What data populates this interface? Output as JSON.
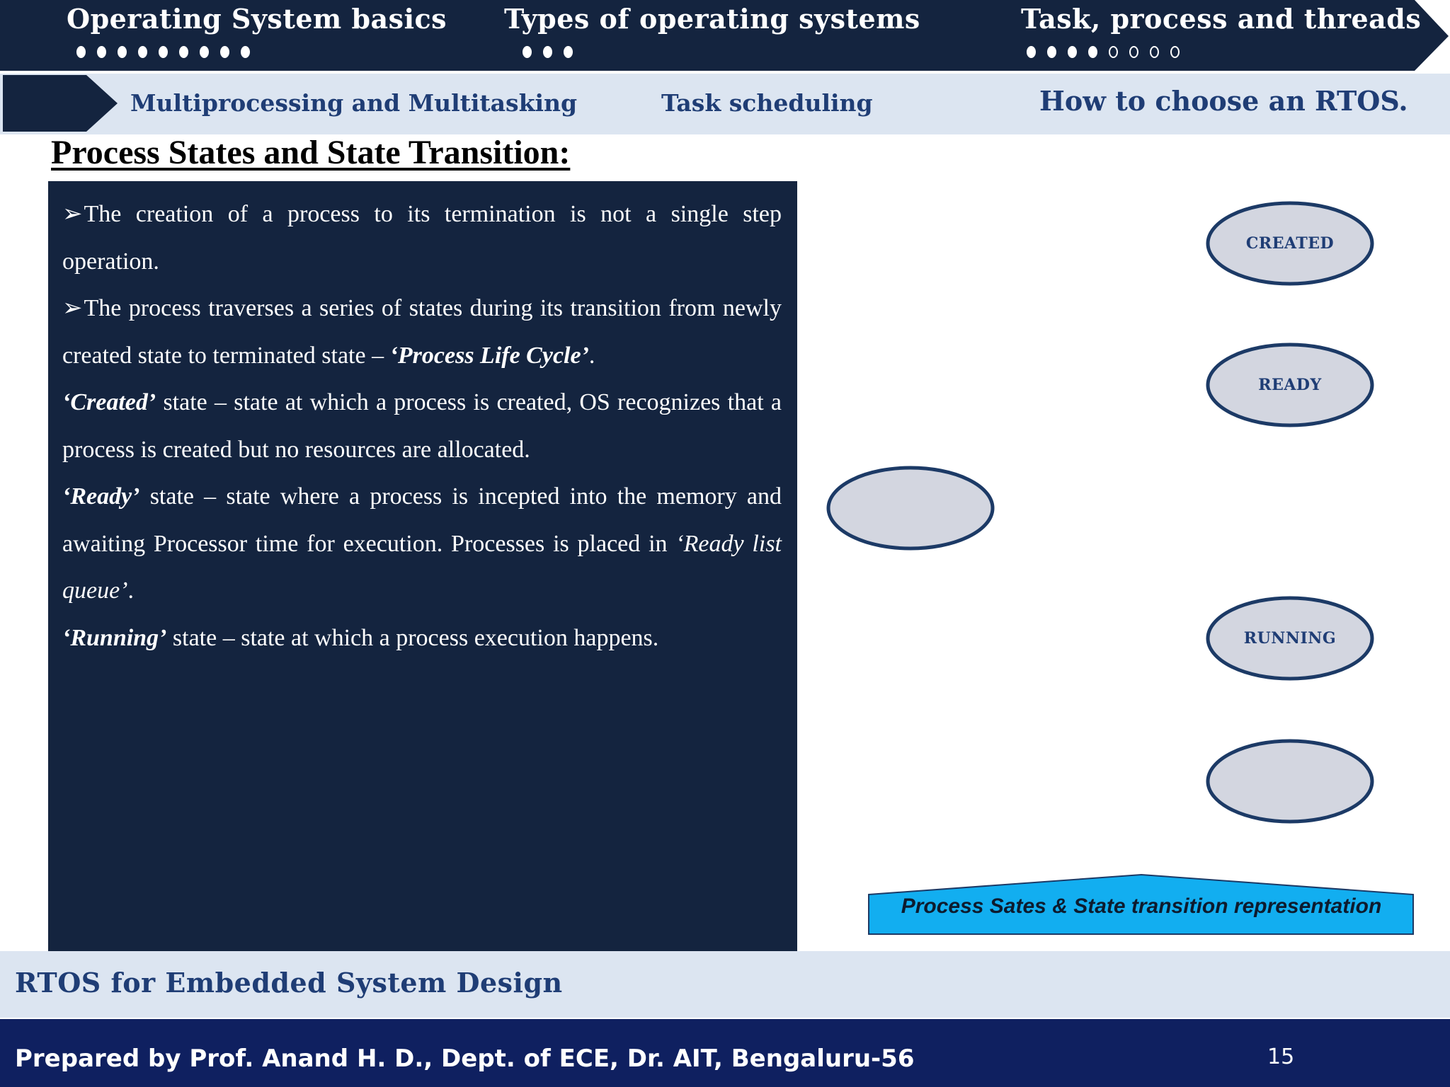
{
  "nav": {
    "sections": [
      {
        "title": "Operating System basics",
        "dots_filled": 9,
        "dots_empty": 0
      },
      {
        "title": "Types of operating systems",
        "dots_filled": 3,
        "dots_empty": 0
      },
      {
        "title": "Task, process and threads",
        "dots_filled": 4,
        "dots_empty": 4
      }
    ],
    "subsections": [
      "Multiprocessing and Multitasking",
      "Task scheduling",
      "How to choose an RTOS."
    ]
  },
  "slide": {
    "title": "Process States and State Transition:",
    "bullets": [
      {
        "arrow": "➢",
        "text": "The creation of a process to its termination is not a single step operation."
      },
      {
        "arrow": "➢",
        "text": "The process traverses a series of states during its transition from newly created state to terminated state – ",
        "emphasis": "‘Process Life Cycle’",
        "tail": "."
      },
      {
        "term": "‘Created’",
        "text": " state – state at which a process is created, OS recognizes that a process is created but no resources are allocated."
      },
      {
        "term": "‘Ready’",
        "text": " state – state where a process is incepted into the memory and awaiting Processor time for execution. Processes is placed in ",
        "italic": "‘Ready list queue’",
        "tail": "."
      },
      {
        "term": "‘Running’",
        "text": " state – state at which a process execution happens."
      }
    ]
  },
  "diagram": {
    "states": [
      "CREATED",
      "READY",
      "",
      "RUNNING",
      ""
    ],
    "caption": "Process Sates & State transition representation"
  },
  "footer": {
    "course": "RTOS for Embedded System Design",
    "author": "Prepared by Prof. Anand H. D., Dept. of ECE,  Dr. AIT, Bengaluru-56",
    "page": "15"
  },
  "colors": {
    "banner_navy": "#14243f",
    "panel_navy": "#14243f",
    "light_band": "#dce5f1",
    "accent_text": "#1f3d75",
    "bottom_bar": "#0f2060",
    "ellipse_fill": "#d3d6e0",
    "caption_fill": "#12aef0"
  }
}
